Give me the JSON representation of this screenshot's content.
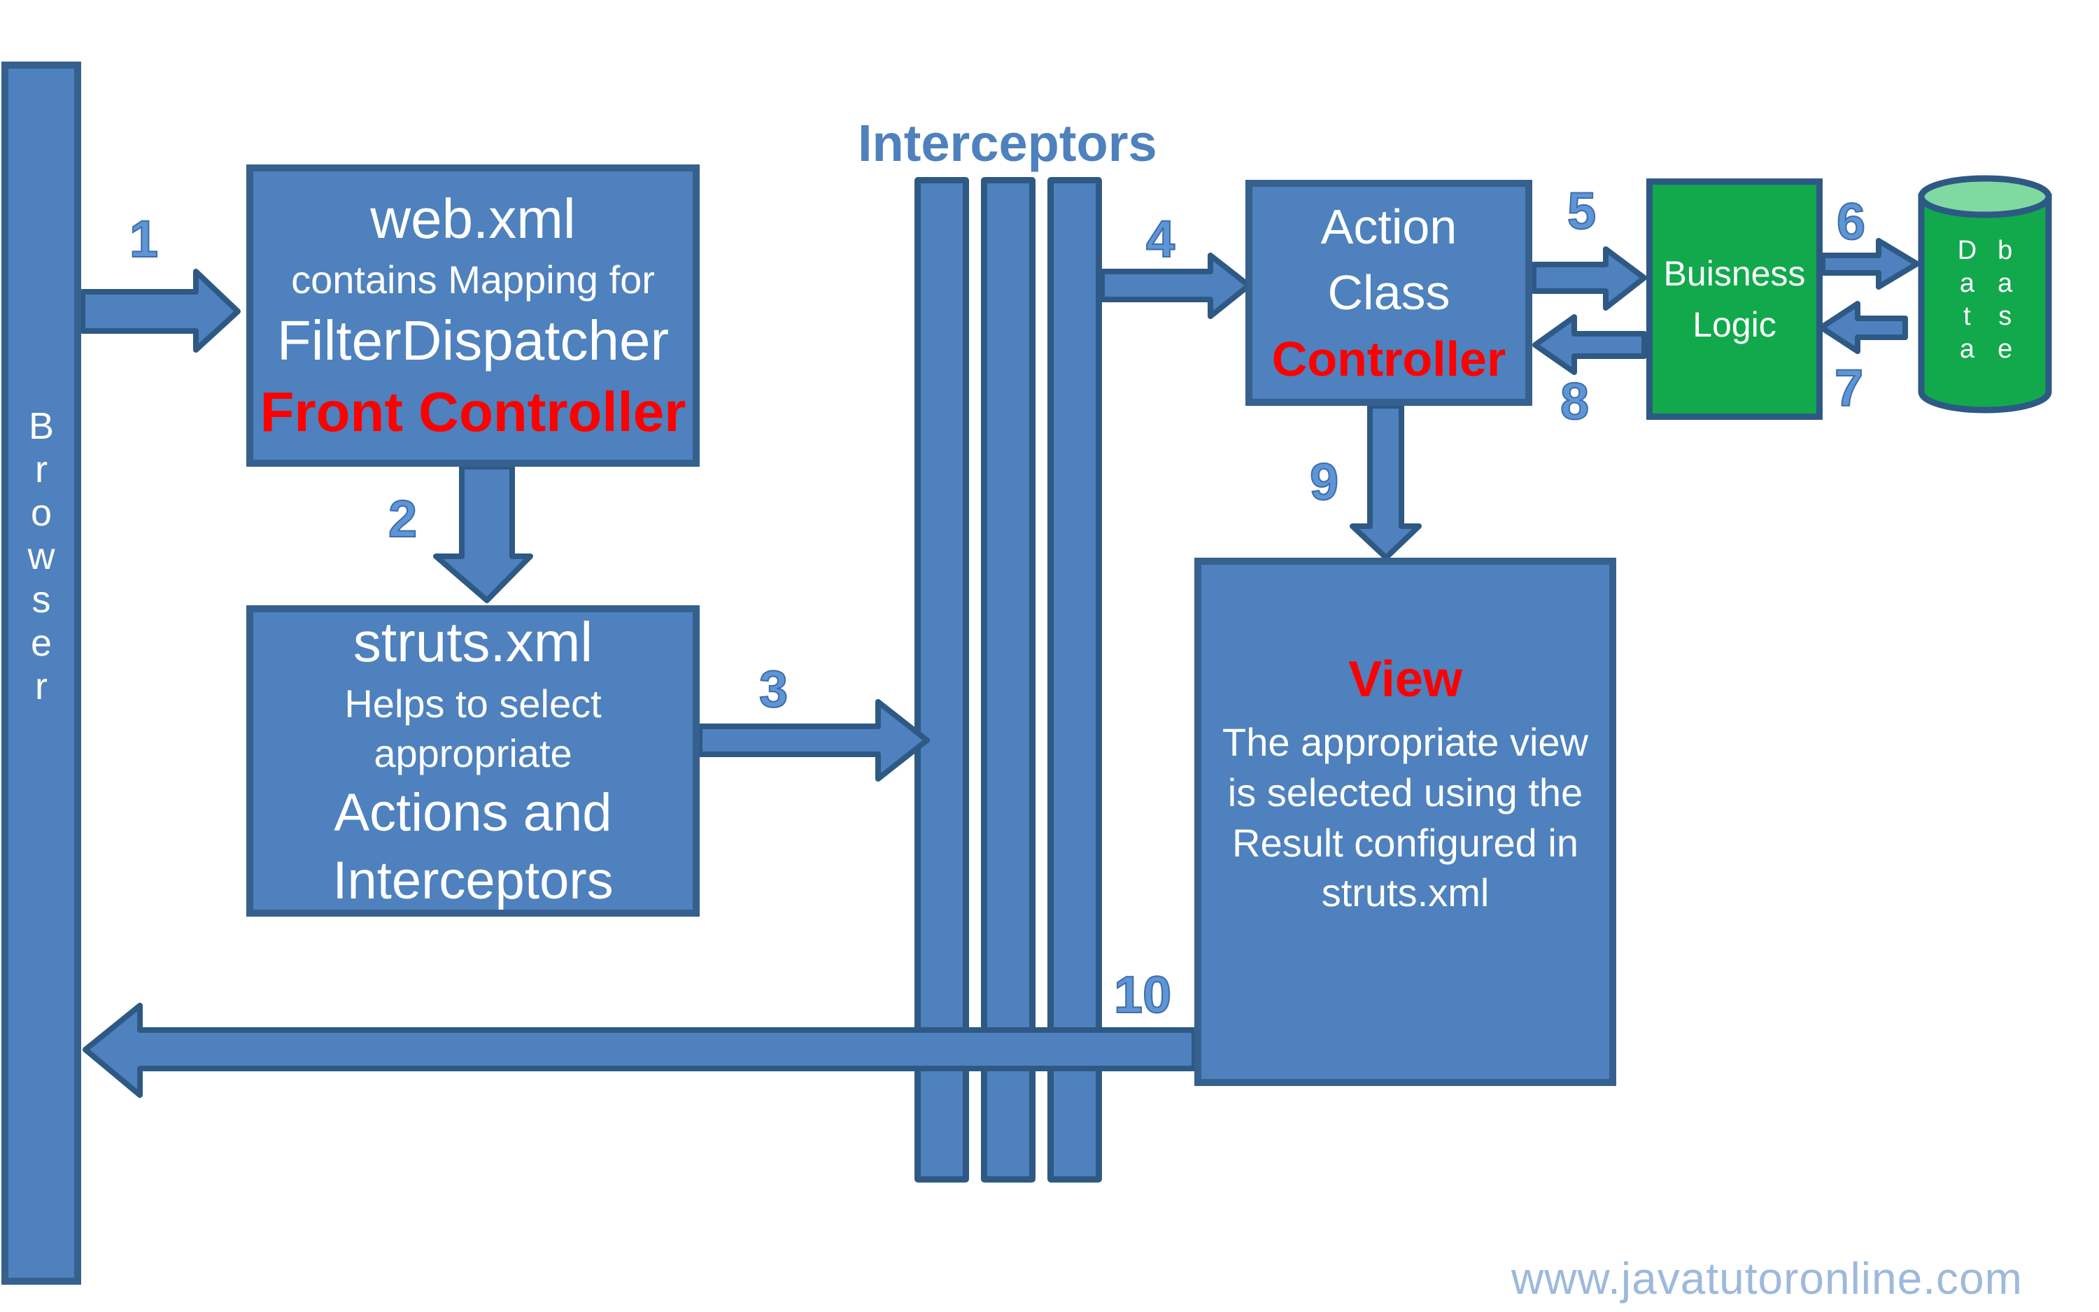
{
  "interceptors_label": "Interceptors",
  "watermark": "www.javatutoronline.com",
  "steps": [
    "1",
    "2",
    "3",
    "4",
    "5",
    "6",
    "7",
    "8",
    "9",
    "10"
  ],
  "browser": {
    "word": "Browser",
    "letters": [
      "B",
      "r",
      "o",
      "w",
      "s",
      "e",
      "r"
    ]
  },
  "boxes": {
    "web_xml": {
      "title": "web.xml",
      "subtitle": "contains Mapping for",
      "line3": "FilterDispatcher",
      "line4": "Front Controller"
    },
    "struts_xml": {
      "title": "struts.xml",
      "subtitle": "Helps to select  appropriate",
      "line3": "Actions and",
      "line4": "Interceptors"
    },
    "action": {
      "line1": "Action",
      "line2": "Class",
      "line3": "Controller"
    },
    "business_logic": {
      "line1": "Buisness",
      "line2": "Logic"
    },
    "view": {
      "title": "View",
      "body_lines": [
        "The appropriate view",
        "is selected using the",
        "Result  configured in",
        "struts.xml"
      ]
    },
    "database": {
      "col1": [
        "D",
        "a",
        "t",
        "a"
      ],
      "col2": [
        "b",
        "a",
        "s",
        "e"
      ]
    }
  },
  "colors": {
    "accent_blue": "#4E81BD",
    "border_blue": "#2E5984",
    "box_border": "#36608E",
    "green": "#11A94C",
    "green_light": "#7FD9A1",
    "red": "#FF0000",
    "number_blue": "#5E95D6",
    "watermark_blue": "#9DB9DC"
  }
}
